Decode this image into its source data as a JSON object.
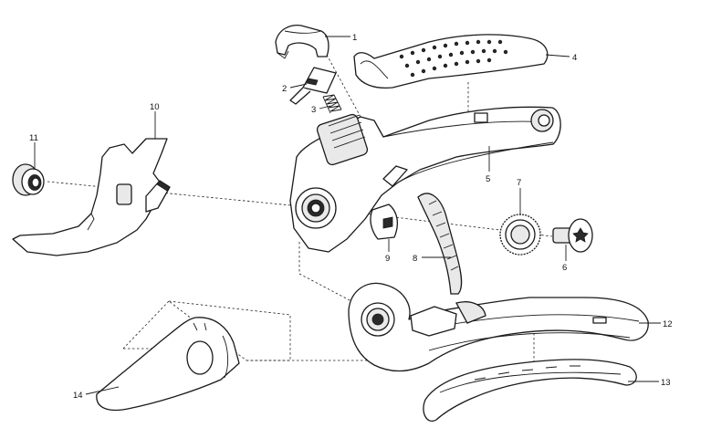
{
  "diagram": {
    "callouts": [
      {
        "id": "part-1",
        "label": "1"
      },
      {
        "id": "part-2",
        "label": "2"
      },
      {
        "id": "part-3",
        "label": "3"
      },
      {
        "id": "part-4",
        "label": "4"
      },
      {
        "id": "part-5",
        "label": "5"
      },
      {
        "id": "part-6",
        "label": "6"
      },
      {
        "id": "part-7",
        "label": "7"
      },
      {
        "id": "part-8",
        "label": "8"
      },
      {
        "id": "part-9",
        "label": "9"
      },
      {
        "id": "part-10",
        "label": "10"
      },
      {
        "id": "part-11",
        "label": "11"
      },
      {
        "id": "part-12",
        "label": "12"
      },
      {
        "id": "part-13",
        "label": "13"
      },
      {
        "id": "part-14",
        "label": "14"
      }
    ]
  }
}
